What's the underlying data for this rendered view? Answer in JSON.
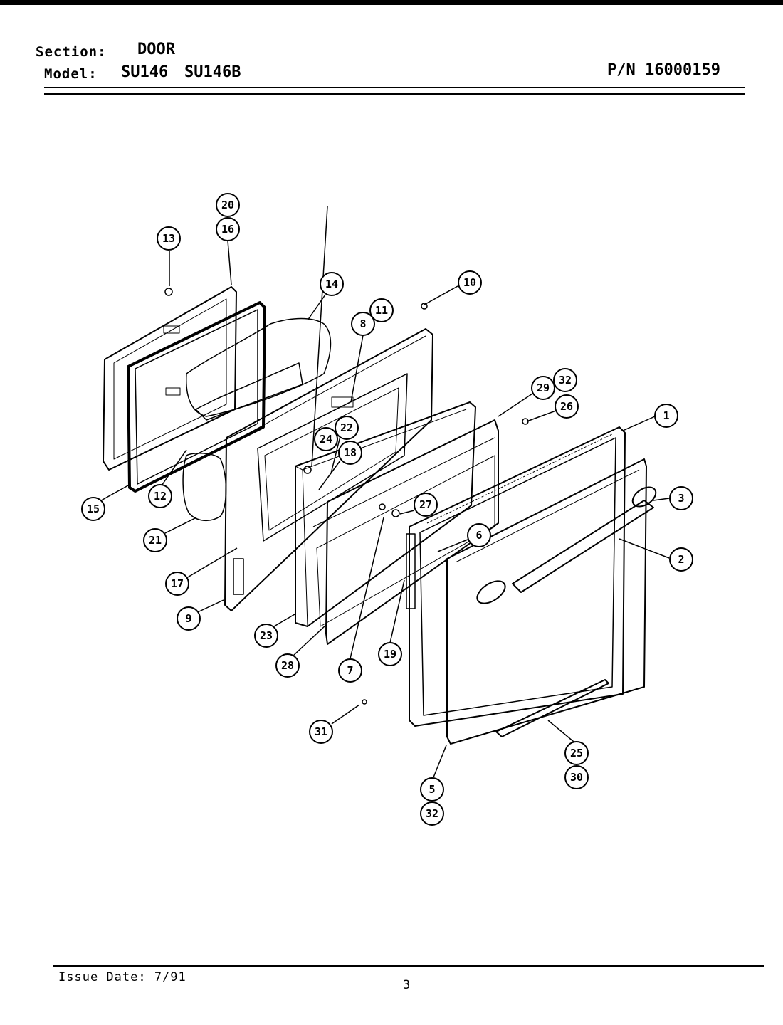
{
  "header": {
    "section_label": "Section:",
    "section_value": "DOOR",
    "model_label": "Model:",
    "model_values": [
      "SU146",
      "SU146B"
    ],
    "part_number": "P/N 16000159"
  },
  "footer": {
    "issue_date": "Issue Date: 7/91",
    "page_number": "3"
  },
  "callouts": [
    {
      "id": "c20",
      "label": "20"
    },
    {
      "id": "c16",
      "label": "16"
    },
    {
      "id": "c13",
      "label": "13"
    },
    {
      "id": "c14",
      "label": "14"
    },
    {
      "id": "c10",
      "label": "10"
    },
    {
      "id": "c11",
      "label": "11"
    },
    {
      "id": "c8",
      "label": "8"
    },
    {
      "id": "c29",
      "label": "29"
    },
    {
      "id": "c32a",
      "label": "32"
    },
    {
      "id": "c26",
      "label": "26"
    },
    {
      "id": "c1",
      "label": "1"
    },
    {
      "id": "c22",
      "label": "22"
    },
    {
      "id": "c24",
      "label": "24"
    },
    {
      "id": "c18",
      "label": "18"
    },
    {
      "id": "c3",
      "label": "3"
    },
    {
      "id": "c15",
      "label": "15"
    },
    {
      "id": "c12",
      "label": "12"
    },
    {
      "id": "c27",
      "label": "27"
    },
    {
      "id": "c6",
      "label": "6"
    },
    {
      "id": "c2",
      "label": "2"
    },
    {
      "id": "c21",
      "label": "21"
    },
    {
      "id": "c17",
      "label": "17"
    },
    {
      "id": "c9",
      "label": "9"
    },
    {
      "id": "c23",
      "label": "23"
    },
    {
      "id": "c19",
      "label": "19"
    },
    {
      "id": "c28",
      "label": "28"
    },
    {
      "id": "c7",
      "label": "7"
    },
    {
      "id": "c31",
      "label": "31"
    },
    {
      "id": "c25",
      "label": "25"
    },
    {
      "id": "c30",
      "label": "30"
    },
    {
      "id": "c5",
      "label": "5"
    },
    {
      "id": "c32b",
      "label": "32"
    }
  ]
}
